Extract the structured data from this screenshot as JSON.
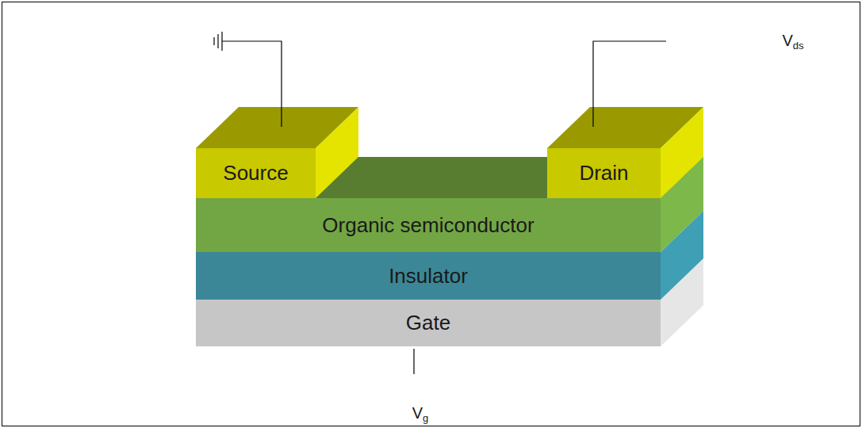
{
  "diagram": {
    "nodes": [
      {
        "text": [
          "Source"
        ]
      },
      {
        "text": [
          "Drain"
        ]
      },
      {
        "text": [
          "Organic semiconductor"
        ]
      },
      {
        "text": [
          "Insulator"
        ]
      },
      {
        "text": [
          "Gate"
        ]
      }
    ],
    "labels": [
      "Vds",
      "Vg"
    ]
  }
}
